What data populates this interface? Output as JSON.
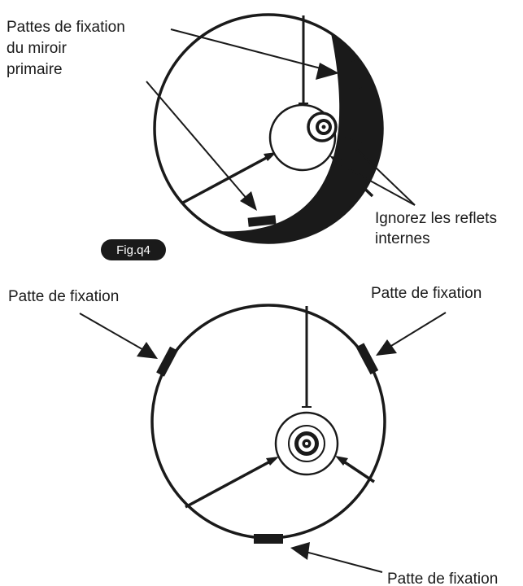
{
  "figure1": {
    "label_mounts_line1": "Pattes de fixation",
    "label_mounts_line2": "du miroir",
    "label_mounts_line3": "primaire",
    "label_reflections_line1": "Ignorez les reflets",
    "label_reflections_line2": "internes",
    "badge": "Fig.q4"
  },
  "figure2": {
    "label_top_left": "Patte de fixation",
    "label_top_right": "Patte de fixation",
    "label_bottom": "Patte de fixation"
  },
  "colors": {
    "ink": "#1a1a1a",
    "background": "#ffffff",
    "badge_text": "#ffffff"
  }
}
